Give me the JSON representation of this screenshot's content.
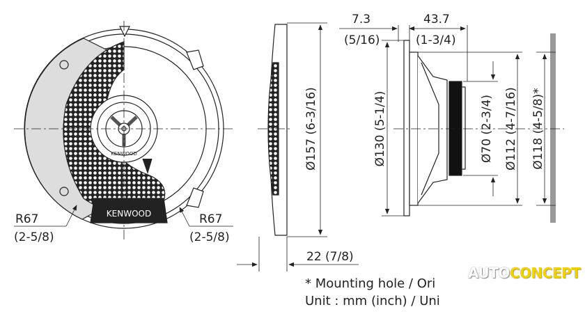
{
  "front_view": {
    "brand": "KENWOOD",
    "center_brand": "KENWOOD",
    "radius_left": "R67",
    "radius_left_inch": "(2-5/8)",
    "radius_right": "R67",
    "radius_right_inch": "(2-5/8)"
  },
  "side_view": {
    "diameter": "Ø157 (6-3/16)",
    "depth": "22 (7/8)"
  },
  "profile_view": {
    "flange": "7.3",
    "flange_inch": "(5/16)",
    "depth": "43.7",
    "depth_inch": "(1-3/4)",
    "d130": "Ø130 (5-1/4)",
    "d70": "Ø70 (2-3/4)",
    "d112": "Ø112 (4-7/16)",
    "d118": "Ø118 (4-5/8)*"
  },
  "notes": {
    "line1": "* Mounting hole / Ori",
    "line2": "Unit : mm (inch) / Uni"
  },
  "logo": {
    "part1": "AUTO",
    "part2": "CONCEPT",
    "accent": "#f2d100"
  }
}
